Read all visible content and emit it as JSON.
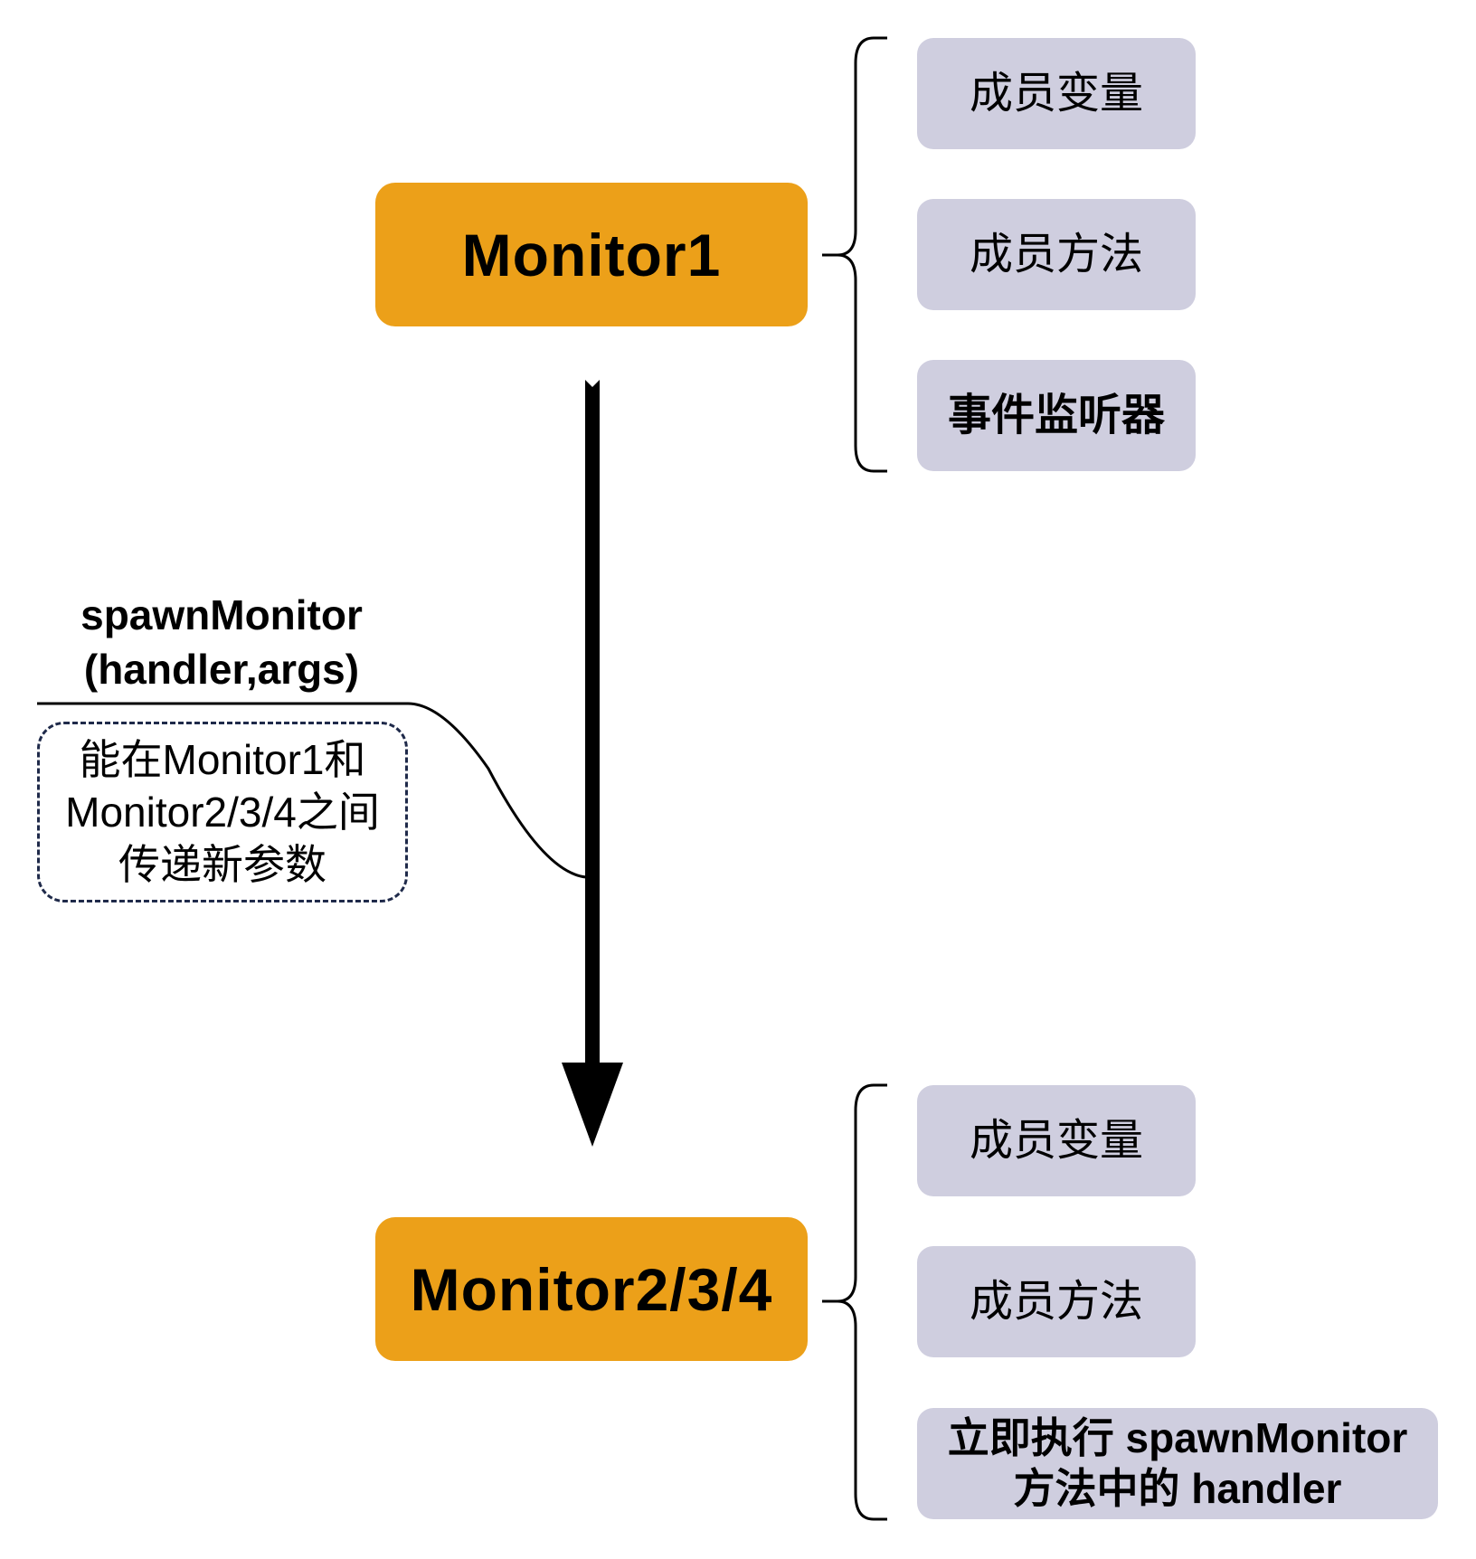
{
  "diagram": {
    "source_node": {
      "label": "Monitor1",
      "members": [
        "成员变量",
        "成员方法",
        "事件监听器"
      ]
    },
    "target_node": {
      "label": "Monitor2/3/4",
      "members": [
        "成员变量",
        "成员方法",
        "立即执行 spawnMonitor 方法中的 handler"
      ]
    },
    "edge": {
      "call_label_line1": "spawnMonitor",
      "call_label_line2": "(handler,args)",
      "note": "能在Monitor1和Monitor2/3/4之间传递新参数"
    },
    "colors": {
      "monitor_fill": "#eca019",
      "member_fill": "#cfcedf",
      "note_border": "#1f2a4a",
      "line": "#000000"
    }
  }
}
